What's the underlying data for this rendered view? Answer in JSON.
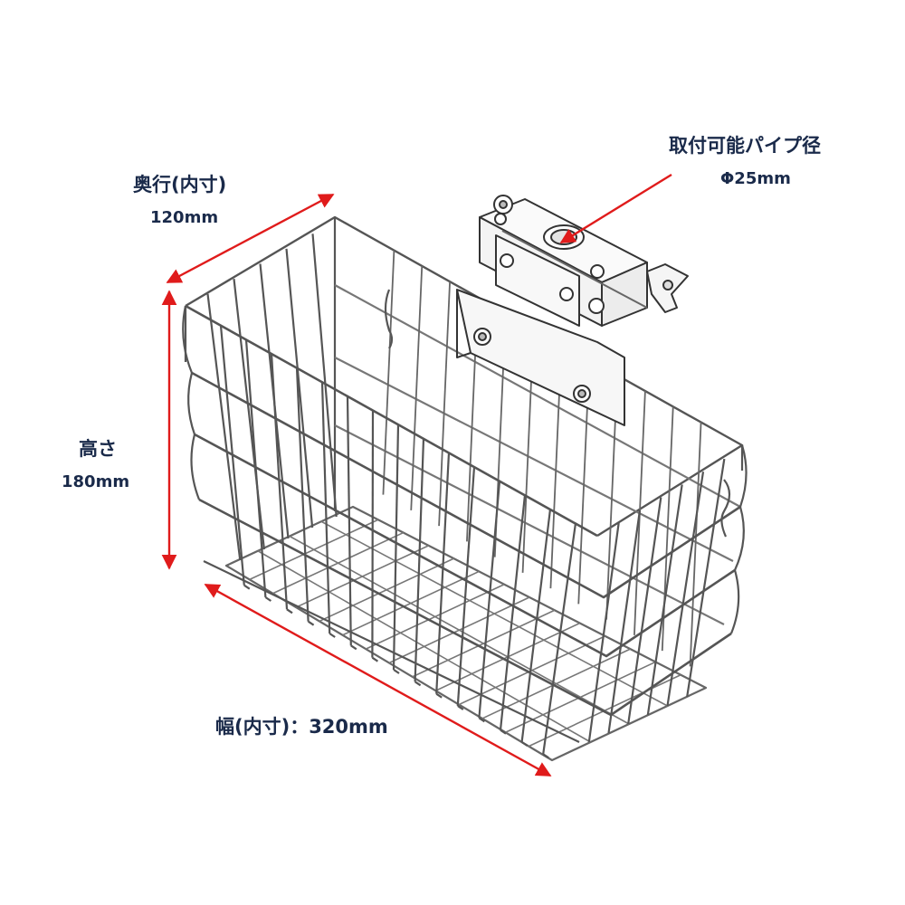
{
  "depth": {
    "label": "奥行(内寸)",
    "value": "120mm"
  },
  "height": {
    "label": "高さ",
    "value": "180mm"
  },
  "width": {
    "label": "幅(内寸)：320mm"
  },
  "pipe": {
    "label": "取付可能パイプ径",
    "value": "Φ25mm"
  },
  "colors": {
    "arrow": "#e01b1b",
    "text": "#1a2a4a",
    "wire": "#555555"
  },
  "icons": [
    "wire-basket-drawing",
    "pipe-clamp-drawing"
  ]
}
